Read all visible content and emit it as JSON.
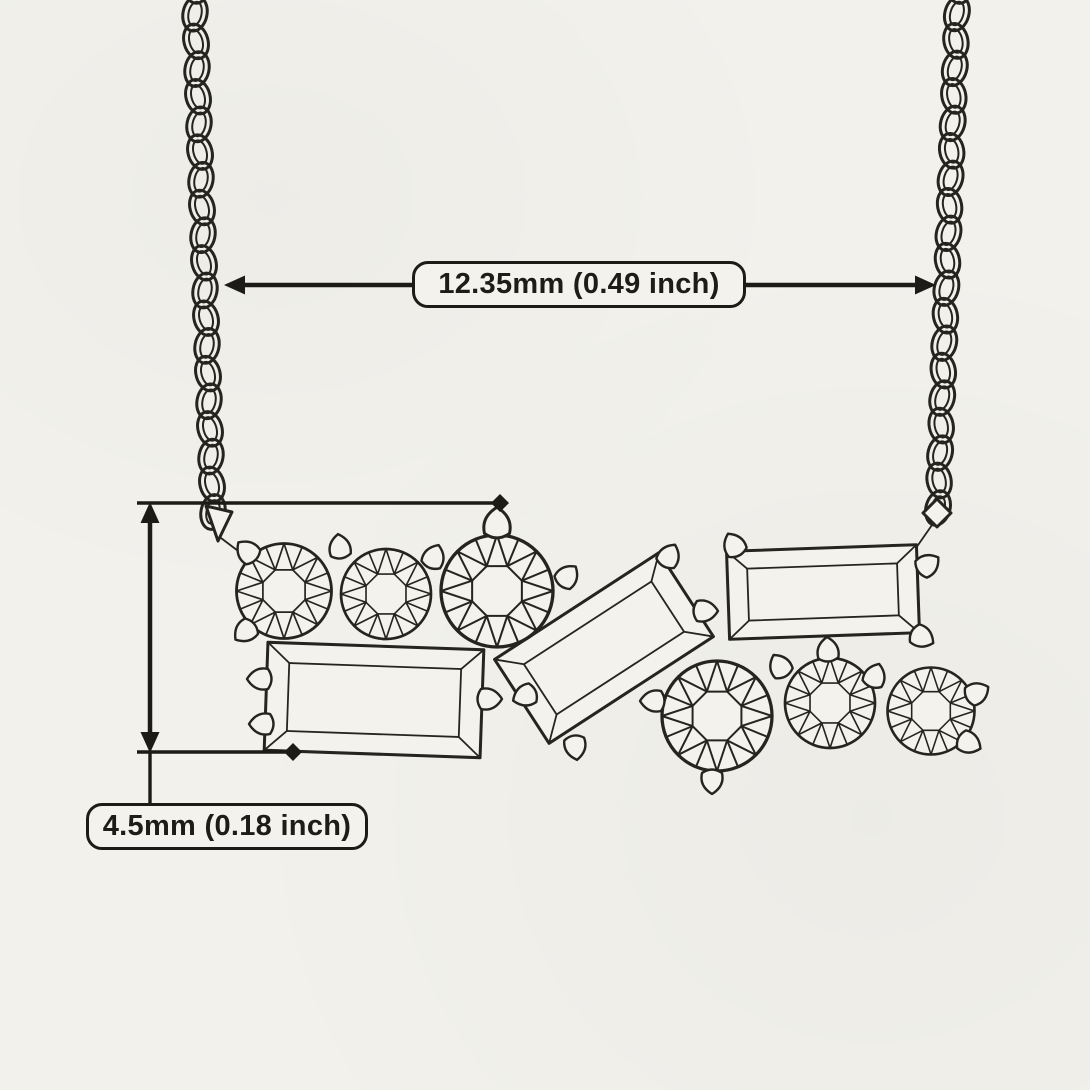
{
  "page": {
    "background_color": "#f2f1ec",
    "ink_color": "#26241e",
    "dimension_color": "#1c1b17"
  },
  "diagram": {
    "type": "jewelry-technical-drawing",
    "subject": "cluster bar necklace with round and baguette stones on a cable chain",
    "dimensions": {
      "width_label": "12.35mm (0.49 inch)",
      "height_label": "4.5mm (0.18 inch)"
    }
  }
}
